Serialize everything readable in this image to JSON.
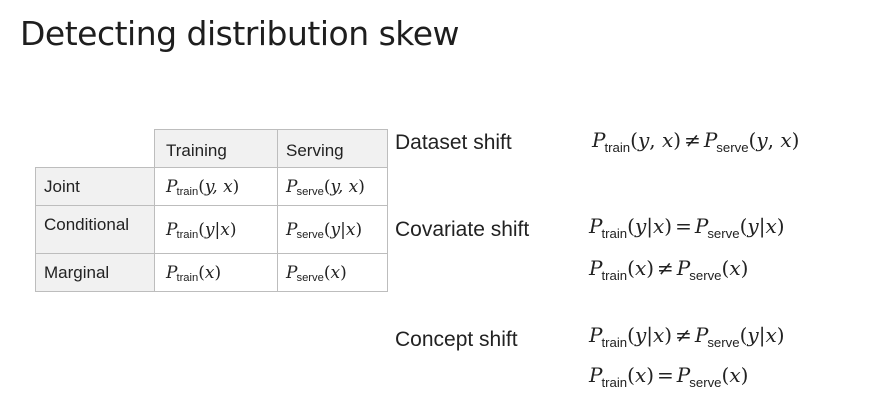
{
  "slide": {
    "title": "Detecting distribution skew"
  },
  "table": {
    "headers": [
      "Training",
      "Serving"
    ],
    "rows": [
      {
        "label": "Joint",
        "training": {
          "sub": "train",
          "args": "y, x"
        },
        "serving": {
          "sub": "serve",
          "args": "y, x"
        }
      },
      {
        "label": "Conditional",
        "training": {
          "sub": "train",
          "args": "y|x"
        },
        "serving": {
          "sub": "serve",
          "args": "y|x"
        }
      },
      {
        "label": "Marginal",
        "training": {
          "sub": "train",
          "args": "x"
        },
        "serving": {
          "sub": "serve",
          "args": "x"
        }
      }
    ]
  },
  "math": {
    "P": "P",
    "train": "train",
    "serve": "serve",
    "neq": "≠",
    "eq": "="
  },
  "shifts": {
    "dataset": {
      "label": "Dataset shift"
    },
    "covariate": {
      "label": "Covariate shift"
    },
    "concept": {
      "label": "Concept shift"
    }
  }
}
